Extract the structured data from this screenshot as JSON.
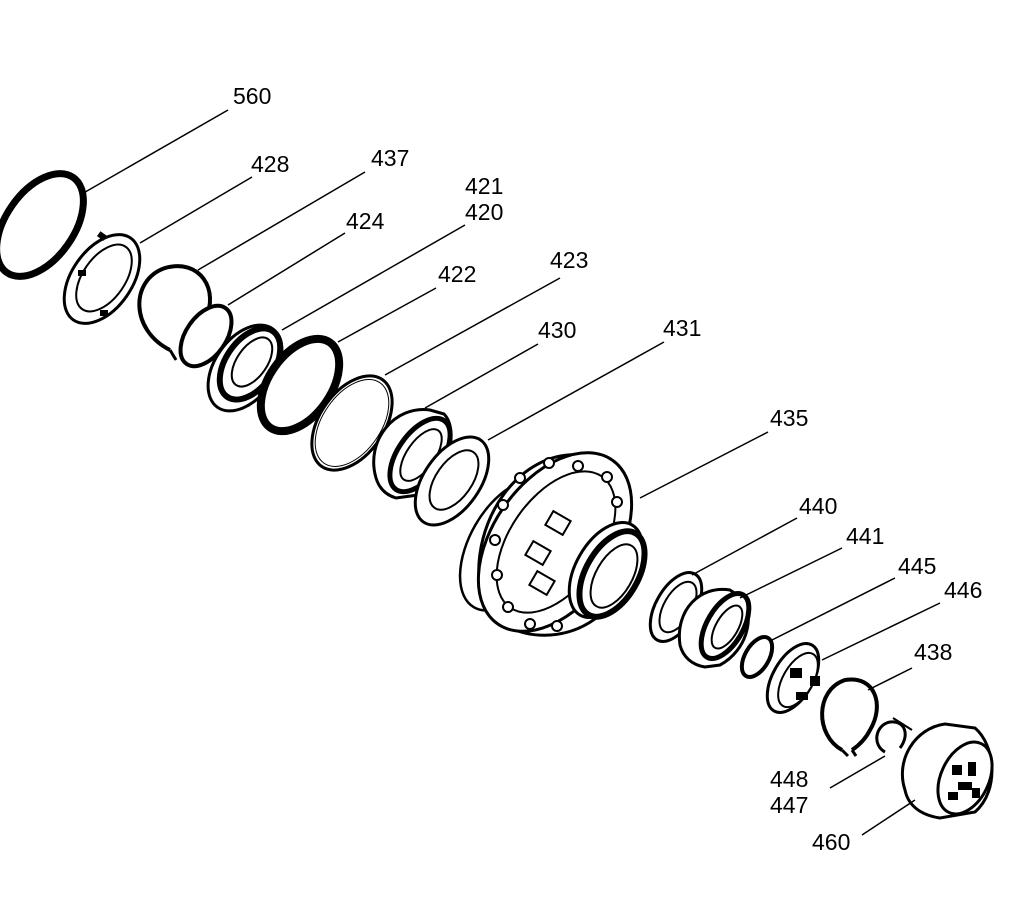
{
  "labels": {
    "p560": "560",
    "p428": "428",
    "p437": "437",
    "p421": "421",
    "p420": "420",
    "p424": "424",
    "p422": "422",
    "p423": "423",
    "p430": "430",
    "p431": "431",
    "p435": "435",
    "p440": "440",
    "p441": "441",
    "p445": "445",
    "p446": "446",
    "p438": "438",
    "p448": "448",
    "p447": "447",
    "p460": "460"
  }
}
